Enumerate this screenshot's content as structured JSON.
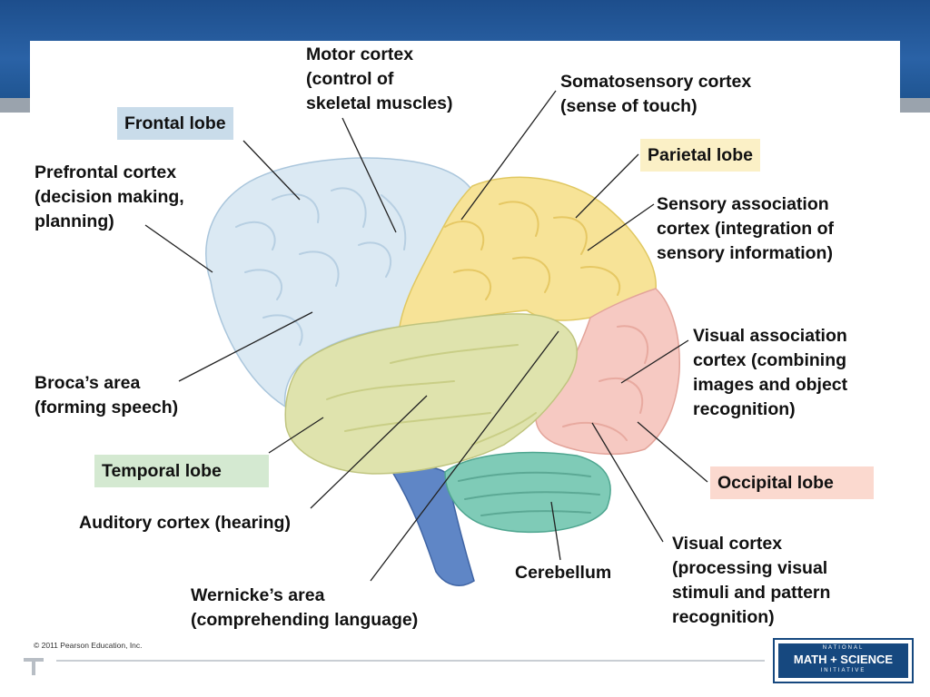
{
  "lobes": {
    "frontal": {
      "label": "Frontal lobe",
      "color": "#c9dcea"
    },
    "parietal": {
      "label": "Parietal lobe",
      "color": "#fbf0c6"
    },
    "temporal": {
      "label": "Temporal lobe",
      "color": "#d4e9d1"
    },
    "occipital": {
      "label": "Occipital lobe",
      "color": "#fbd9cf"
    }
  },
  "labels": {
    "motor": [
      "Motor cortex",
      "(control of",
      "skeletal muscles)"
    ],
    "somatosensory": [
      "Somatosensory cortex",
      "(sense of touch)"
    ],
    "prefrontal": [
      "Prefrontal cortex",
      "(decision making,",
      "planning)"
    ],
    "sensory_assoc": [
      "Sensory association",
      "cortex (integration of",
      "sensory information)"
    ],
    "visual_assoc": [
      "Visual association",
      "cortex (combining",
      "images and object",
      "recognition)"
    ],
    "broca": [
      "Broca’s area",
      "(forming speech)"
    ],
    "auditory": [
      "Auditory cortex (hearing)"
    ],
    "cerebellum": [
      "Cerebellum"
    ],
    "visual_cortex": [
      "Visual cortex",
      "(processing visual",
      "stimuli and pattern",
      "recognition)"
    ],
    "wernicke": [
      "Wernicke’s area",
      "(comprehending language)"
    ]
  },
  "region_colors": {
    "frontal": "#dbe9f3",
    "parietal": "#f7e397",
    "temporal": "#dfe3ad",
    "occipital": "#f6c9c2",
    "cerebellum": "#7fcbb7",
    "brainstem": "#5f86c6"
  },
  "copyright": "© 2011 Pearson Education, Inc.",
  "logo": {
    "top": "NATIONAL",
    "main": "MATH + SCIENCE",
    "bottom": "INITIATIVE"
  }
}
